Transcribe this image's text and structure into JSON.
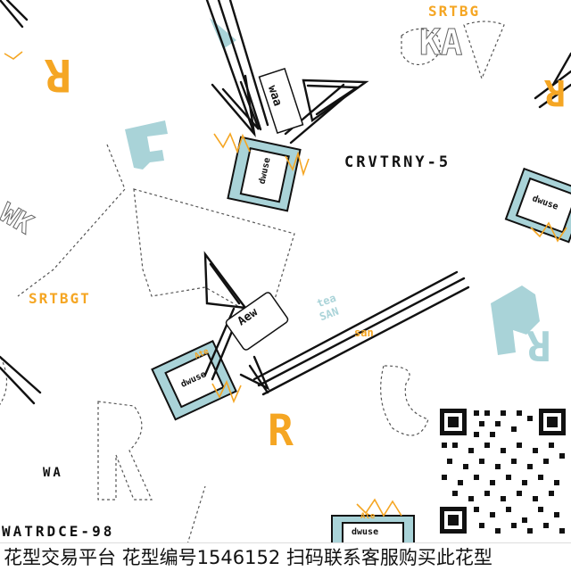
{
  "labels": {
    "crvtrny": "CRVTRNY-5",
    "srtbgt": "SRTBGT",
    "srtbg": "SRTBG",
    "wa": "WA",
    "watrdce": "WATRDCE-98",
    "san": "san",
    "tag_top": "dwuse",
    "tag_mid": "dwuse",
    "tag_right": "dwuse",
    "tag_bottom": "dwuse",
    "note_waa": "waa",
    "note_aew": "Aew",
    "note_ate": "Ate",
    "note_ate2": "Ate",
    "letter_r_mid": "R",
    "letter_r_top": "R",
    "letter_r_right": "R",
    "letter_r_blue": "R",
    "teal_tea": "tea",
    "teal_san": "SAN",
    "outline_ka": "KA",
    "outline_wk": "WK"
  },
  "footer": {
    "text": "花型交易平台 花型编号1546152 扫码联系客服购买此花型"
  },
  "colors": {
    "orange": "#f5a623",
    "light_blue": "#a9d3d8",
    "ink": "#111111",
    "background": "#ffffff"
  }
}
